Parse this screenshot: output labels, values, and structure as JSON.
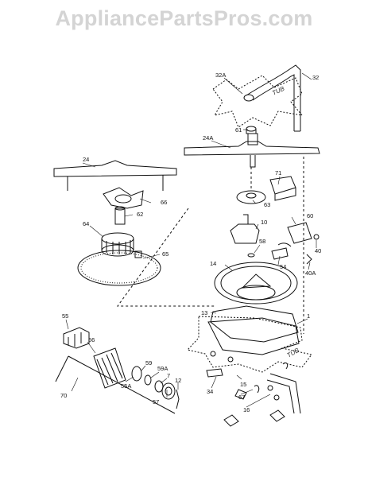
{
  "watermark": "AppliancePartsPros.com",
  "tub_text": "TUB",
  "part_labels": [
    "32A",
    "32",
    "61",
    "24A",
    "24",
    "66",
    "71",
    "63",
    "62",
    "60",
    "64",
    "10",
    "58",
    "40",
    "65",
    "14",
    "54",
    "40A",
    "55",
    "13",
    "1",
    "56",
    "59",
    "59A",
    "7",
    "55A",
    "12",
    "57",
    "15",
    "34",
    "67",
    "16",
    "70"
  ],
  "colors": {
    "ink": "#111111",
    "watermark": "#d4d4d4",
    "background": "#ffffff"
  }
}
